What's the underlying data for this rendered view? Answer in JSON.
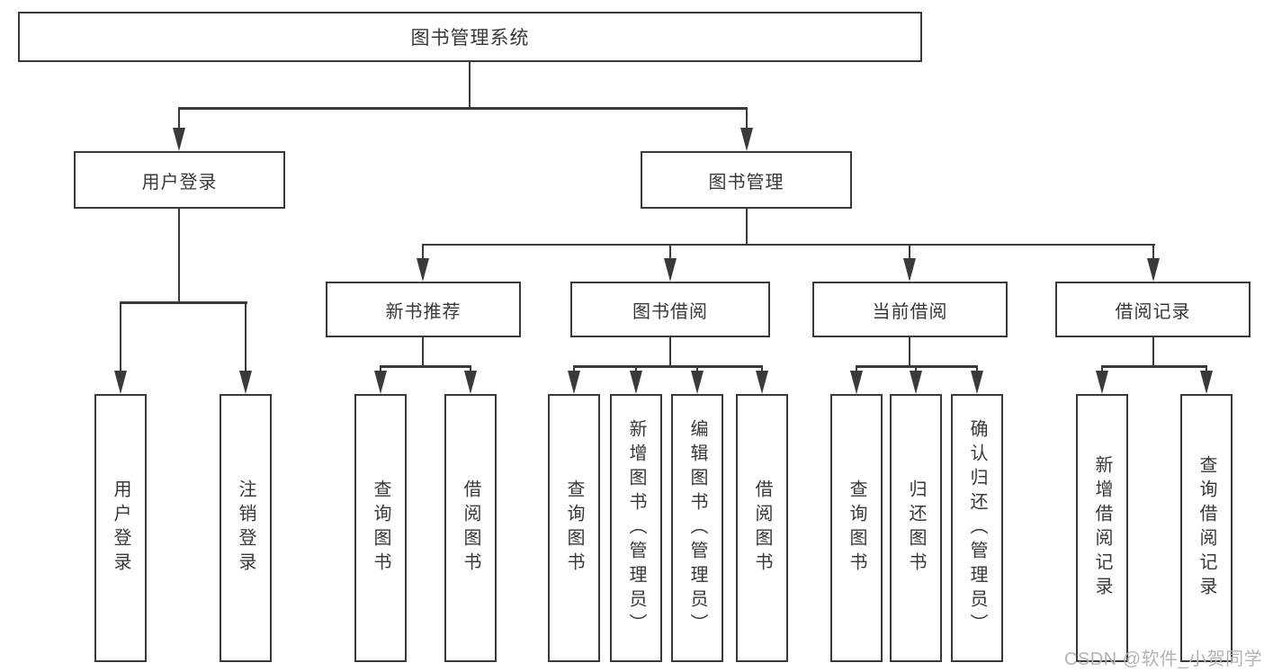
{
  "diagram": {
    "root": {
      "label": "图书管理系统"
    },
    "level2": [
      {
        "label": "用户登录"
      },
      {
        "label": "图书管理"
      }
    ],
    "level3": [
      {
        "label": "新书推荐"
      },
      {
        "label": "图书借阅"
      },
      {
        "label": "当前借阅"
      },
      {
        "label": "借阅记录"
      }
    ],
    "leaves": {
      "user_login": [
        {
          "label": "用户登录"
        },
        {
          "label": "注销登录"
        }
      ],
      "new_book_recommend": [
        {
          "label": "查询图书"
        },
        {
          "label": "借阅图书"
        }
      ],
      "book_borrow": [
        {
          "label": "查询图书"
        },
        {
          "label": "新增图书（管理员）"
        },
        {
          "label": "编辑图书（管理员）"
        },
        {
          "label": "借阅图书"
        }
      ],
      "current_borrow": [
        {
          "label": "查询图书"
        },
        {
          "label": "归还图书"
        },
        {
          "label": "确认归还（管理员）"
        }
      ],
      "borrow_record": [
        {
          "label": "新增借阅记录"
        },
        {
          "label": "查询借阅记录"
        }
      ]
    },
    "watermark": "CSDN @软件_小贺同学",
    "colors": {
      "line": "#3a3a3a",
      "box_border": "#3a3a3a",
      "box_fill": "#ffffff",
      "text": "#383838",
      "watermark": "#b3b3b3"
    }
  }
}
